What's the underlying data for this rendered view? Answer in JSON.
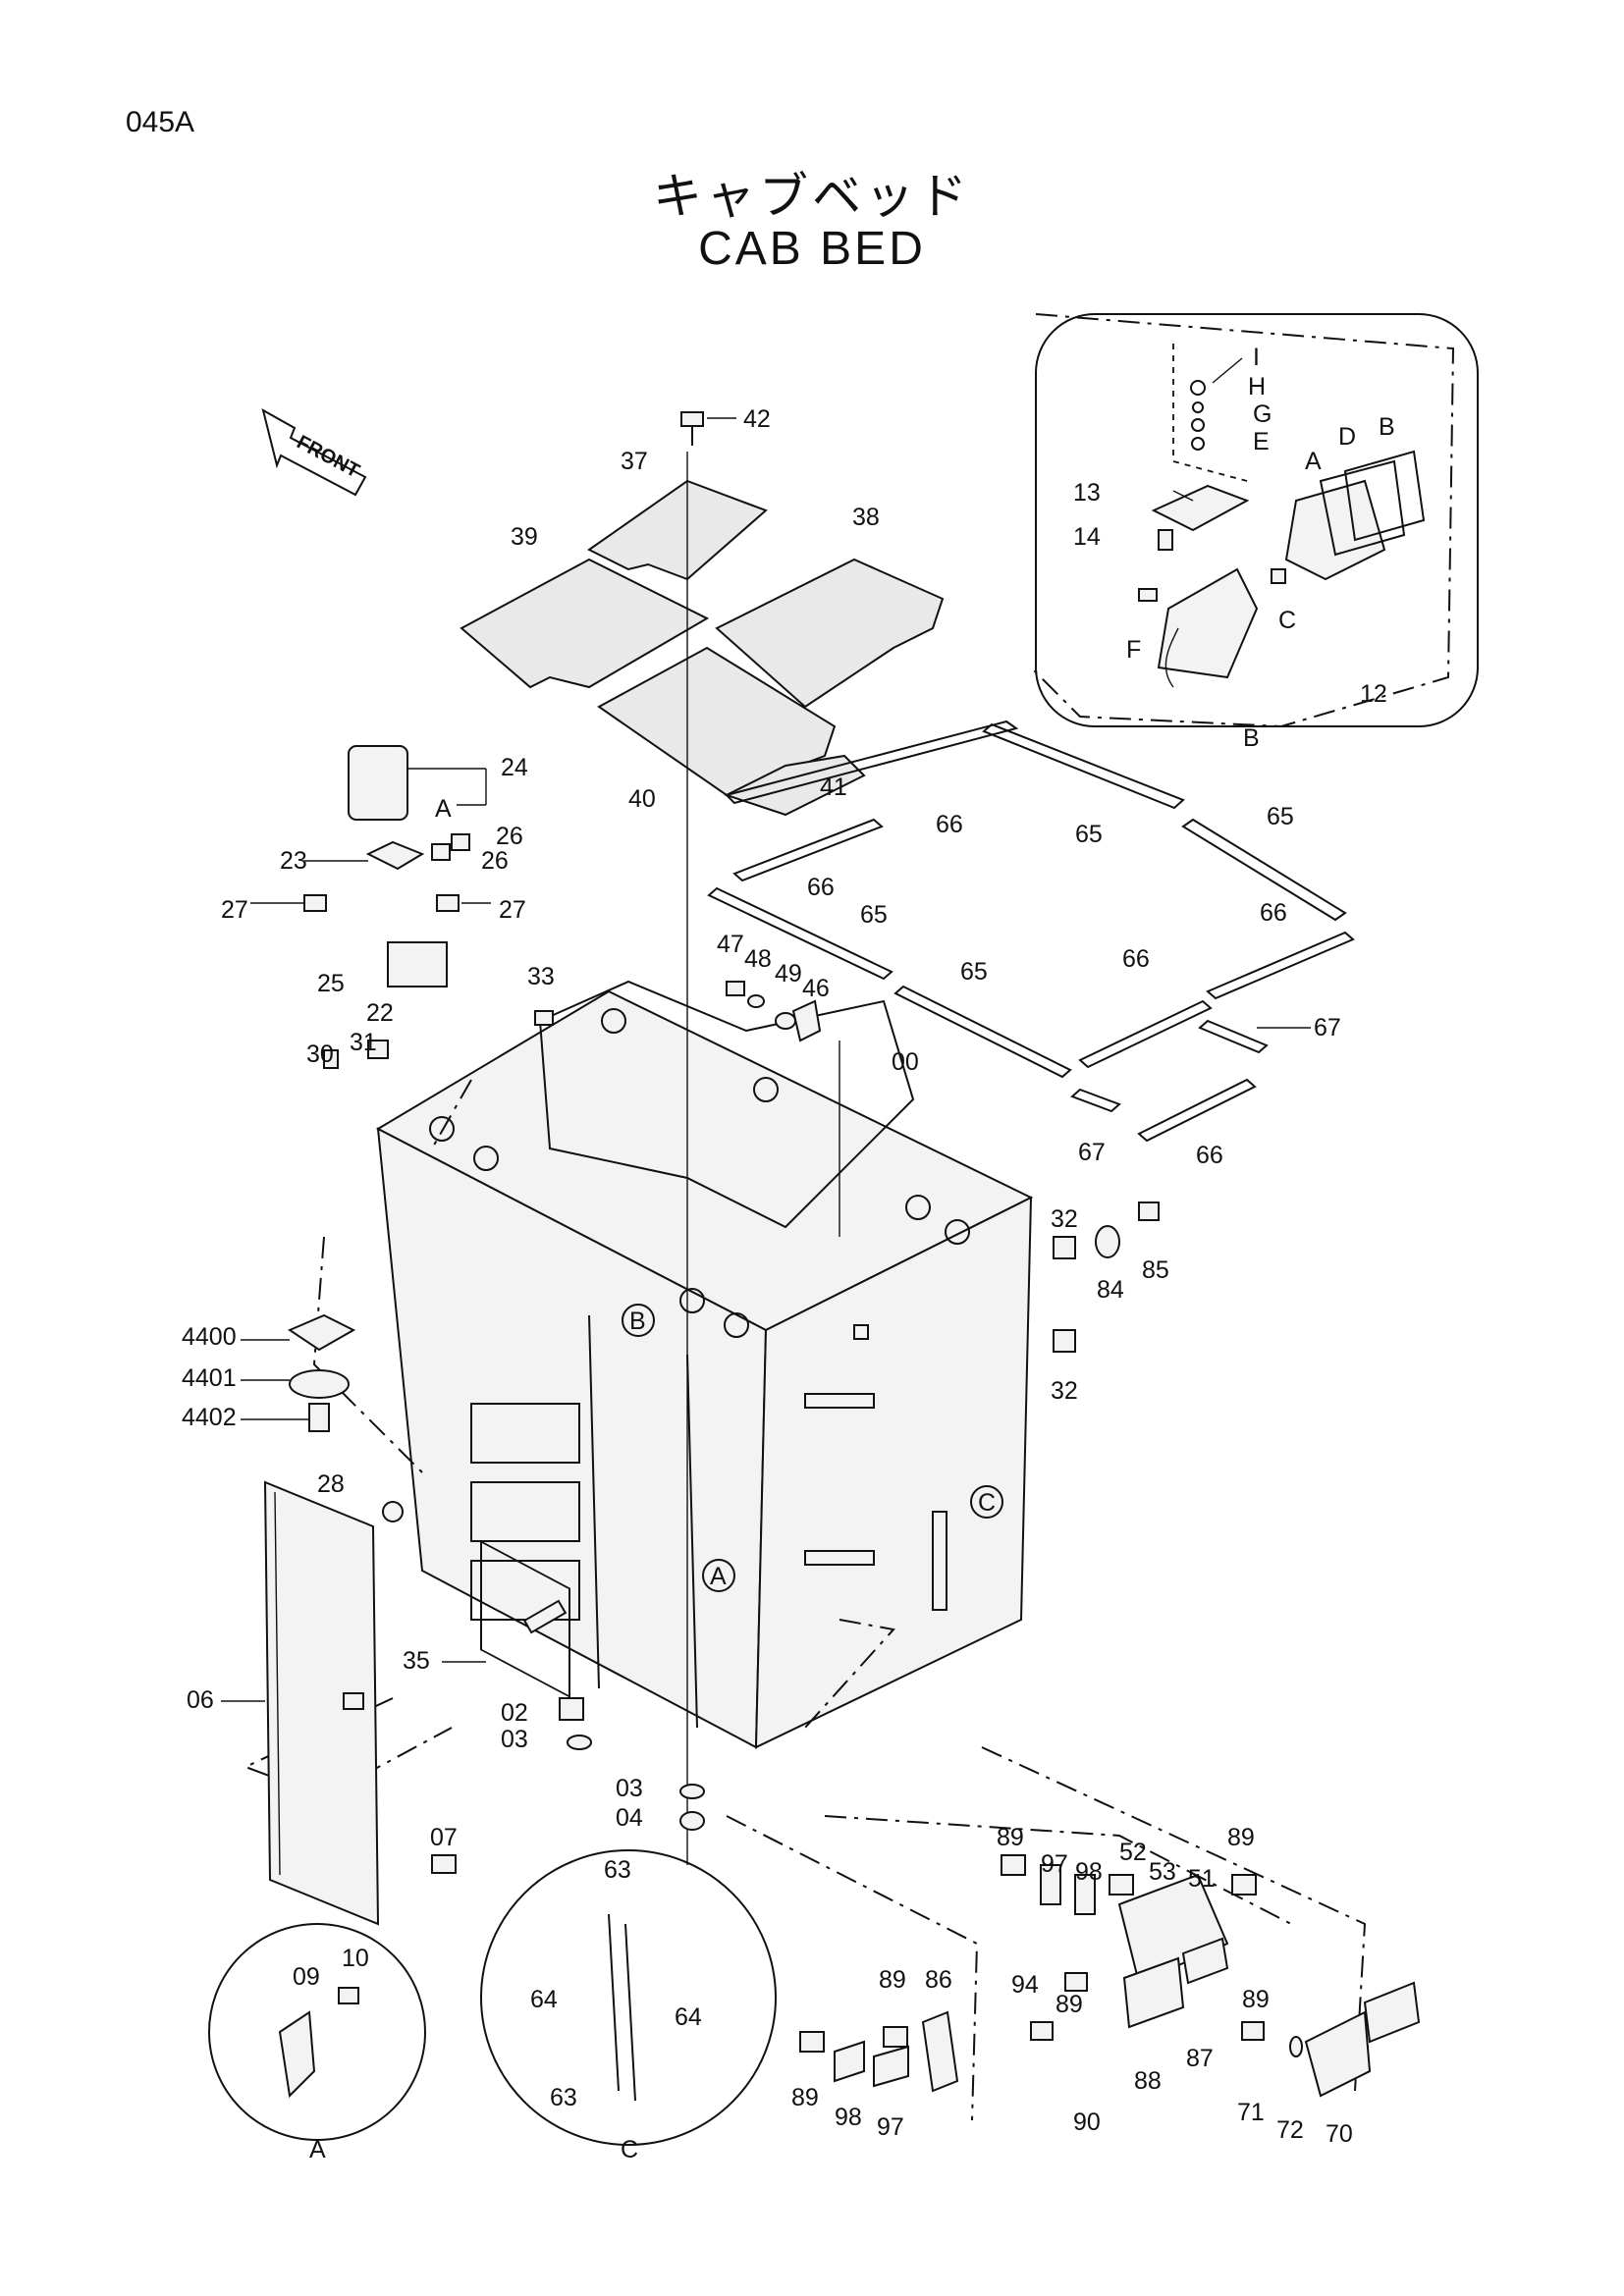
{
  "page_code": "045A",
  "title_jp": "キャブベッド",
  "title_en": "CAB  BED",
  "front_arrow_label": "FRONT",
  "callouts": {
    "c42": "42",
    "c37": "37",
    "c38": "38",
    "c39": "39",
    "c40": "40",
    "c41": "41",
    "c24": "24",
    "c23": "23",
    "c26a": "26",
    "c26b": "26",
    "c27a": "27",
    "c27b": "27",
    "c25": "25",
    "c22": "22",
    "c33": "33",
    "c30": "30",
    "c31": "31",
    "c47": "47",
    "c48": "48",
    "c49": "49",
    "c46": "46",
    "c00": "00",
    "c32a": "32",
    "c32b": "32",
    "c85": "85",
    "c84": "84",
    "c4400": "4400",
    "c4401": "4401",
    "c4402": "4402",
    "c28": "28",
    "c35": "35",
    "c06": "06",
    "c02": "02",
    "c03a": "03",
    "c03b": "03",
    "c04": "04",
    "c07": "07",
    "c09": "09",
    "c10": "10",
    "c63a": "63",
    "c63b": "63",
    "c64a": "64",
    "c64b": "64",
    "c65a": "65",
    "c65b": "65",
    "c65c": "65",
    "c65d": "65",
    "c66a": "66",
    "c66b": "66",
    "c66c": "66",
    "c66d": "66",
    "c66e": "66",
    "c67a": "67",
    "c67b": "67",
    "c89a": "89",
    "c89b": "89",
    "c89c": "89",
    "c89d": "89",
    "c89e": "89",
    "c89f": "89",
    "c97a": "97",
    "c97b": "97",
    "c98a": "98",
    "c98b": "98",
    "c52": "52",
    "c53": "53",
    "c51": "51",
    "c86": "86",
    "c94": "94",
    "c88": "88",
    "c87": "87",
    "c90": "90",
    "c71": "71",
    "c72": "72",
    "c70": "70",
    "c13": "13",
    "c14": "14",
    "c12": "12",
    "cI": "I",
    "cH": "H",
    "cG": "G",
    "cE": "E",
    "cA": "A",
    "cD": "D",
    "cB": "B",
    "cF": "F",
    "cC": "C"
  },
  "ref_markers": {
    "view_a": "A",
    "view_b": "B",
    "view_c": "C",
    "circle_a": "A",
    "circle_b": "B",
    "circle_c": "C",
    "bracket_a": "A"
  }
}
